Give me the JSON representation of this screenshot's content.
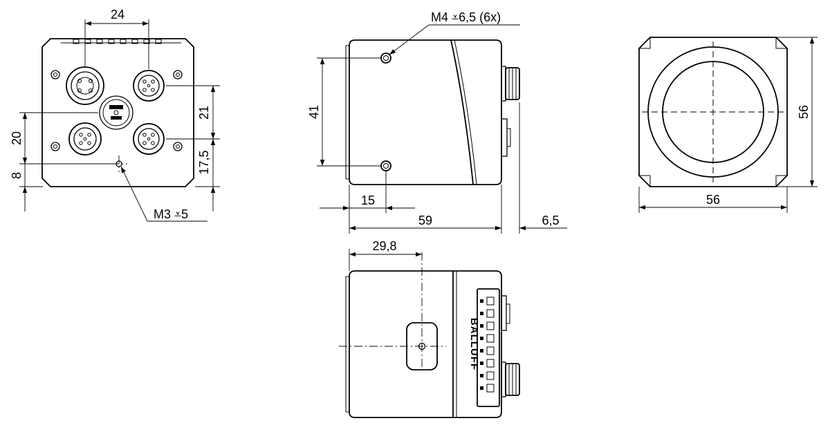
{
  "annotations": {
    "m4_thread": "M4 ⩡6,5 (6x)",
    "m3_thread": "M3 ⩡5"
  },
  "dimensions": {
    "front_width_top": "24",
    "front_21": "21",
    "front_17_5": "17,5",
    "front_20": "20",
    "front_8": "8",
    "side_41": "41",
    "side_15": "15",
    "side_59": "59",
    "side_6_5": "6,5",
    "rear_56_h": "56",
    "rear_56_v": "56",
    "bottom_29_8": "29,8"
  },
  "brand": "BALLUFF"
}
